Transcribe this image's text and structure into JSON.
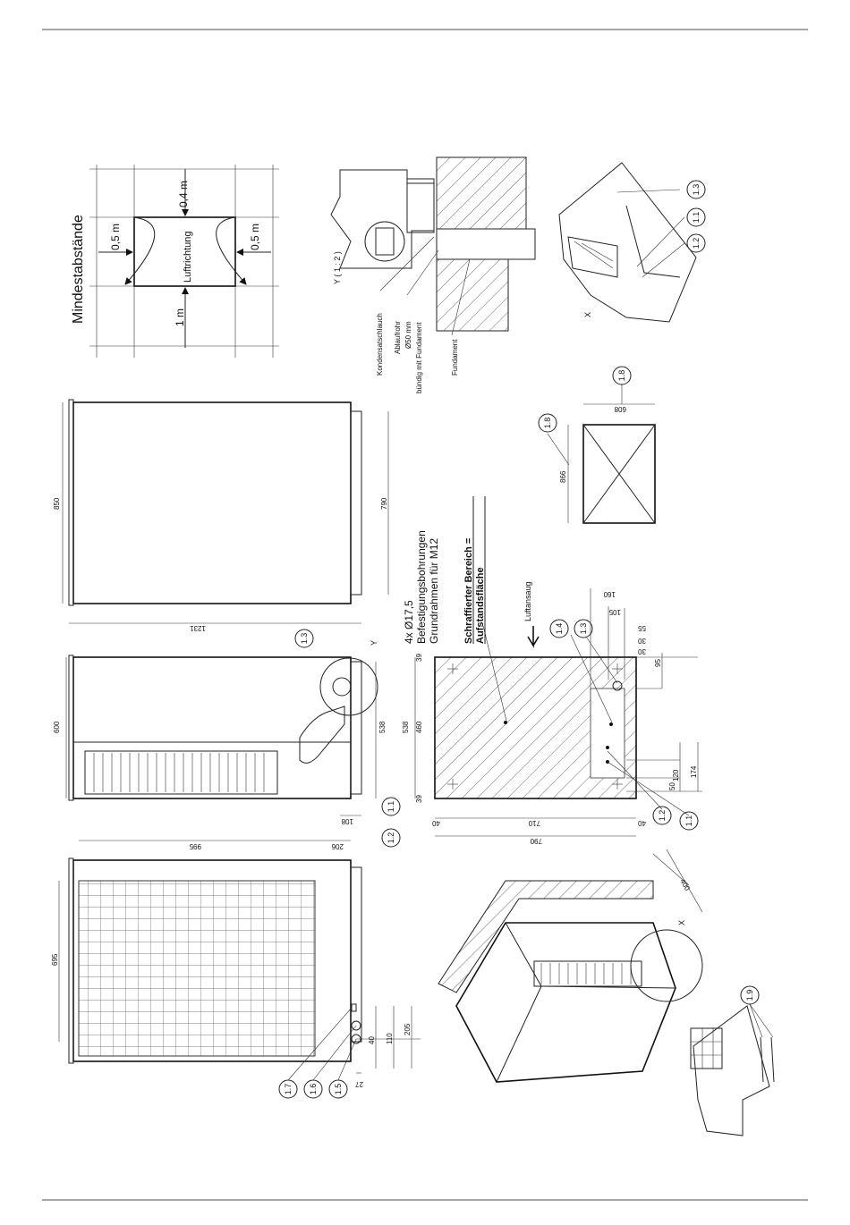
{
  "clearances": {
    "title": "Mindestabstände",
    "top": "0,4 m",
    "left": "0,5 m",
    "right": "0,5 m",
    "bottom": "1 m",
    "airflow": "Luftrichtung"
  },
  "detail_y": {
    "label": "Y ( 1 : 2 )",
    "condensate_hose": "Kondensatschlauch",
    "drain_pipe": "Ablaufrohr",
    "drain_diameter": "Ø50 mm",
    "flush": "bündig mit Fundament",
    "foundation": "Fundament"
  },
  "detail_x": {
    "label": "X",
    "callouts": [
      "1.3",
      "1.1",
      "1.2"
    ]
  },
  "side_view": {
    "height": "850",
    "depth": "790",
    "length": "1231"
  },
  "front_view": {
    "width": "600",
    "base": "538",
    "offset": "108",
    "detail_ref": "Y",
    "callouts": [
      "1.3",
      "1.1",
      "1.2"
    ]
  },
  "rear_view": {
    "height": "695",
    "width": "995",
    "side": "206",
    "dim_205": "205",
    "dim_110": "110",
    "dim_40": "40",
    "dim_27": "27",
    "callouts": [
      "1.7",
      "1.6",
      "1.5"
    ]
  },
  "foundation_plan": {
    "holes": "4x Ø17,5",
    "holes_desc1": "Befestigungsbohrungen",
    "holes_desc2": "Grundrahmen für M12",
    "hatched1": "Schraffierter Bereich =",
    "hatched2": "Aufstandsfläche",
    "air_intake": "Luftansaug",
    "dims": {
      "d39a": "39",
      "d460": "460",
      "d39b": "39",
      "d538": "538",
      "d40a": "40",
      "d710": "710",
      "d40b": "40",
      "d790": "790",
      "d160": "160",
      "d105": "105",
      "d55": "55",
      "d30a": "30",
      "d30b": "30",
      "d95": "95",
      "d50": "50",
      "d120": "120",
      "d174": "174"
    },
    "callouts": [
      "1.4",
      "1.3",
      "1.2",
      "1.1"
    ]
  },
  "base_frame": {
    "width": "866",
    "depth": "608",
    "callouts": [
      "1.8",
      "1.8"
    ]
  },
  "perspective": {
    "dim_400": "400",
    "label_x": "X",
    "callout": "1.9"
  }
}
